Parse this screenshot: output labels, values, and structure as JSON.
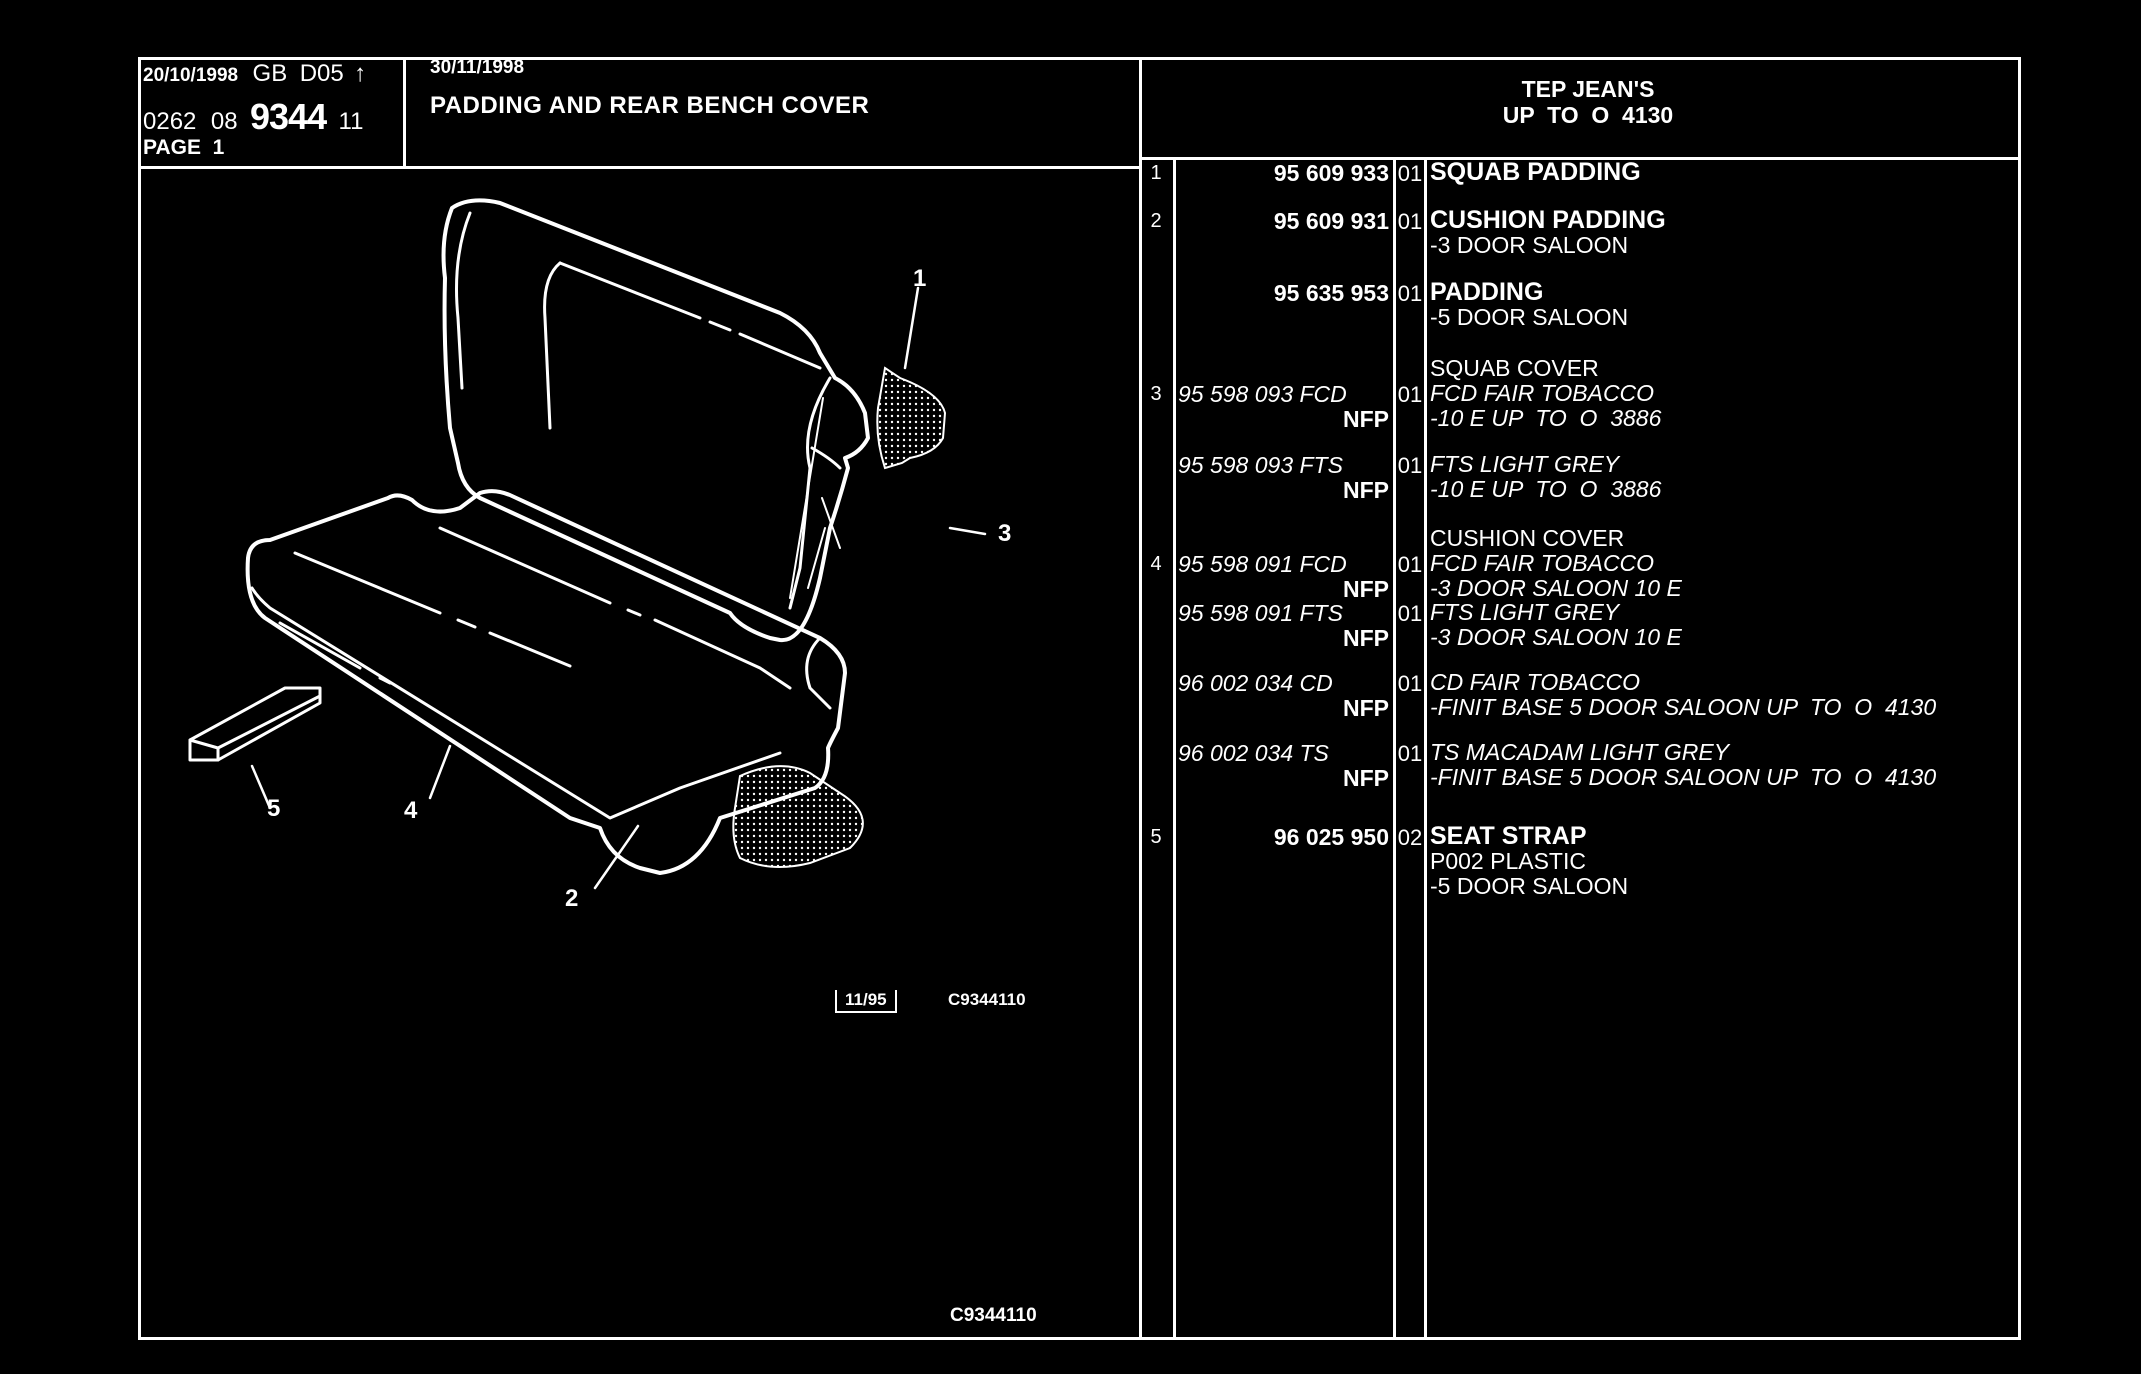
{
  "header": {
    "date_left": "20/10/1998",
    "market": "GB",
    "section": "D05",
    "arrow": "↑",
    "group": "0262",
    "sub": "08",
    "plate": "9344",
    "variant": "11",
    "page": "PAGE  1",
    "date_right": "30/11/1998",
    "title": "PADDING AND REAR BENCH COVER",
    "model_line1": "TEP JEAN'S",
    "model_line2": "UP  TO  O  4130"
  },
  "illustration": {
    "callouts": [
      "1",
      "2",
      "3",
      "4",
      "5"
    ],
    "ref_box": "11/95",
    "ref_code": "C9344110",
    "footer_code": "C9344110"
  },
  "parts": [
    {
      "idx": "1",
      "ref": "95 609 933",
      "qty": "01",
      "lines": [
        {
          "t": "SQUAB PADDING",
          "main": true
        }
      ]
    },
    {
      "idx": "2",
      "ref": "95 609 931",
      "qty": "01",
      "lines": [
        {
          "t": "CUSHION PADDING",
          "main": true
        },
        {
          "t": "-3 DOOR SALOON"
        }
      ]
    },
    {
      "idx": "",
      "ref": "95 635 953",
      "qty": "01",
      "lines": [
        {
          "t": "PADDING",
          "main": true
        },
        {
          "t": "-5 DOOR SALOON"
        }
      ]
    },
    {
      "idx": "3",
      "ref": "95 598 093 FCD",
      "ref2": "NFP",
      "qty": "01",
      "pre": "SQUAB COVER",
      "lines": [
        {
          "t": "FCD FAIR TOBACCO",
          "it": true
        },
        {
          "t": "-10 E UP  TO  O  3886",
          "it": true
        }
      ]
    },
    {
      "idx": "",
      "ref": "95 598 093 FTS",
      "ref2": "NFP",
      "qty": "01",
      "lines": [
        {
          "t": "FTS LIGHT GREY",
          "it": true
        },
        {
          "t": "-10 E UP  TO  O  3886",
          "it": true
        }
      ]
    },
    {
      "idx": "4",
      "ref": "95 598 091 FCD",
      "ref2": "NFP",
      "qty": "01",
      "pre": "CUSHION COVER",
      "lines": [
        {
          "t": "FCD FAIR TOBACCO",
          "it": true
        },
        {
          "t": "-3 DOOR SALOON 10 E",
          "it": true
        }
      ]
    },
    {
      "idx": "",
      "ref": "95 598 091 FTS",
      "ref2": "NFP",
      "qty": "01",
      "lines": [
        {
          "t": "FTS LIGHT GREY",
          "it": true
        },
        {
          "t": "-3 DOOR SALOON 10 E",
          "it": true
        }
      ]
    },
    {
      "idx": "",
      "ref": "96 002 034 CD",
      "ref2": "NFP",
      "qty": "01",
      "lines": [
        {
          "t": "CD FAIR TOBACCO",
          "it": true
        },
        {
          "t": "-FINIT BASE 5 DOOR SALOON UP  TO  O  4130",
          "it": true
        }
      ]
    },
    {
      "idx": "",
      "ref": "96 002 034 TS",
      "ref2": "NFP",
      "qty": "01",
      "lines": [
        {
          "t": "TS MACADAM LIGHT GREY",
          "it": true
        },
        {
          "t": "-FINIT BASE 5 DOOR SALOON UP  TO  O  4130",
          "it": true
        }
      ]
    },
    {
      "idx": "5",
      "ref": "96 025 950",
      "qty": "02",
      "lines": [
        {
          "t": "SEAT STRAP",
          "main": true
        },
        {
          "t": "P002 PLASTIC"
        },
        {
          "t": "-5 DOOR SALOON"
        }
      ]
    }
  ]
}
